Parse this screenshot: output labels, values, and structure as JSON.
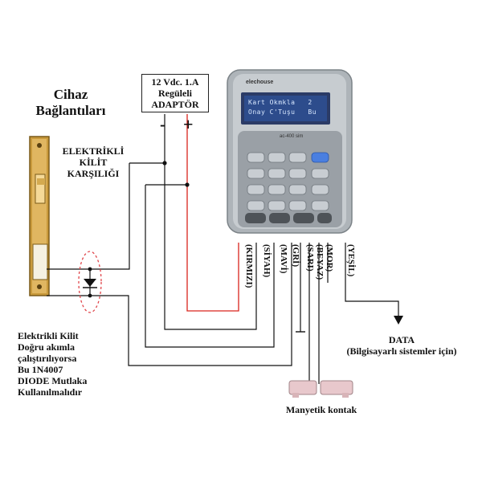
{
  "title": {
    "line1": "Cihaz",
    "line2": "Bağlantıları"
  },
  "adaptor": {
    "line1": "12 Vdc. 1.A",
    "line2": "Regüleli",
    "line3": "ADAPTÖR",
    "minus": "-",
    "plus": "+"
  },
  "lock": {
    "line1": "ELEKTRİKLİ",
    "line2": "KİLİT",
    "line3": "KARŞILIĞI"
  },
  "device": {
    "brand": "elechouse",
    "lcd_line1": "Kart Okmkla   2",
    "lcd_line2": "Onay C'Tuşu   Bu",
    "model": "ac-400 sim"
  },
  "wires": [
    {
      "label": "(KIRMIZI)",
      "color": "#d9241c"
    },
    {
      "label": "(SİYAH)",
      "color": "#111111"
    },
    {
      "label": "(MAVİ)",
      "color": "#111111"
    },
    {
      "label": "(GRİ)",
      "color": "#111111"
    },
    {
      "label": "(SARI)",
      "color": "#111111"
    },
    {
      "label": "(BEYAZ)",
      "color": "#111111"
    },
    {
      "label": "(MOR)",
      "color": "#111111"
    },
    {
      "label": "(YEŞİL)",
      "color": "#111111"
    }
  ],
  "diode_note": {
    "line1": "Elektrikli Kilit",
    "line2": "Doğru akımla",
    "line3": "çalıştırılıyorsa",
    "line4": "Bu 1N4007",
    "line5": "DIODE Mutlaka",
    "line6": "Kullanılmalıdır"
  },
  "data_label": {
    "line1": "DATA",
    "line2": "(Bilgisayarlı sistemler için)"
  },
  "contact_label": "Manyetik kontak",
  "colors": {
    "wire": "#111111",
    "red_wire": "#d9241c",
    "brass": "#c99a3c",
    "device_body": "#bfc4c8",
    "lcd": "#2d4c8c",
    "diode_circle": "#e0454a"
  },
  "icons": [
    "keypad-device-icon",
    "door-strike-icon",
    "diode-icon",
    "magnetic-contact-icon",
    "arrow-down-icon"
  ]
}
